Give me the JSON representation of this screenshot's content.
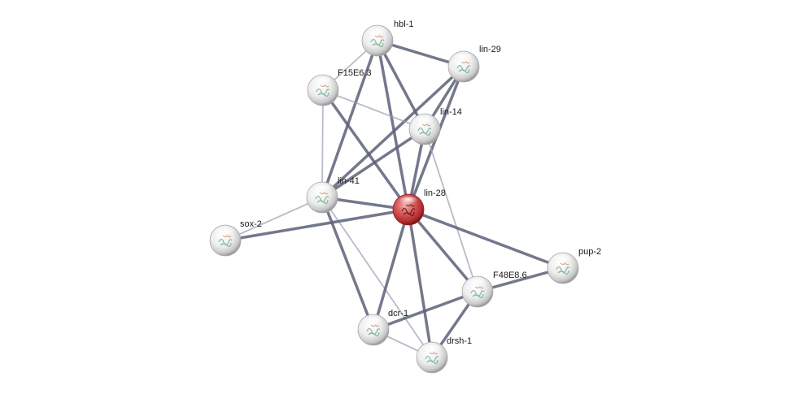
{
  "network": {
    "colors": {
      "query_node": "#c0393b",
      "node": "#e6e6e6",
      "edge_strong": "#5b6078",
      "edge_weak": "#9a9eb0",
      "background": "#ffffff"
    },
    "nodes": [
      {
        "id": "hbl-1",
        "label": "hbl-1",
        "query": false
      },
      {
        "id": "lin-29",
        "label": "lin-29",
        "query": false
      },
      {
        "id": "F15E6.3",
        "label": "F15E6.3",
        "query": false
      },
      {
        "id": "lin-14",
        "label": "lin-14",
        "query": false
      },
      {
        "id": "lin-41",
        "label": "lin-41",
        "query": false
      },
      {
        "id": "lin-28",
        "label": "lin-28",
        "query": true
      },
      {
        "id": "sox-2",
        "label": "sox-2",
        "query": false
      },
      {
        "id": "pup-2",
        "label": "pup-2",
        "query": false
      },
      {
        "id": "F48E8.6",
        "label": "F48E8.6",
        "query": false
      },
      {
        "id": "dcr-1",
        "label": "dcr-1",
        "query": false
      },
      {
        "id": "drsh-1",
        "label": "drsh-1",
        "query": false
      }
    ],
    "edges": [
      {
        "source": "hbl-1",
        "target": "lin-29",
        "strength": "strong"
      },
      {
        "source": "hbl-1",
        "target": "F15E6.3",
        "strength": "weak"
      },
      {
        "source": "hbl-1",
        "target": "lin-14",
        "strength": "strong"
      },
      {
        "source": "hbl-1",
        "target": "lin-41",
        "strength": "strong"
      },
      {
        "source": "hbl-1",
        "target": "lin-28",
        "strength": "strong"
      },
      {
        "source": "lin-29",
        "target": "lin-14",
        "strength": "strong"
      },
      {
        "source": "lin-29",
        "target": "lin-41",
        "strength": "strong"
      },
      {
        "source": "lin-29",
        "target": "lin-28",
        "strength": "strong"
      },
      {
        "source": "F15E6.3",
        "target": "lin-14",
        "strength": "weak"
      },
      {
        "source": "F15E6.3",
        "target": "lin-41",
        "strength": "weak"
      },
      {
        "source": "F15E6.3",
        "target": "lin-28",
        "strength": "strong"
      },
      {
        "source": "lin-14",
        "target": "lin-41",
        "strength": "strong"
      },
      {
        "source": "lin-14",
        "target": "lin-28",
        "strength": "strong"
      },
      {
        "source": "lin-14",
        "target": "F48E8.6",
        "strength": "weak"
      },
      {
        "source": "lin-41",
        "target": "lin-28",
        "strength": "strong"
      },
      {
        "source": "lin-41",
        "target": "sox-2",
        "strength": "weak"
      },
      {
        "source": "lin-41",
        "target": "dcr-1",
        "strength": "strong"
      },
      {
        "source": "lin-41",
        "target": "drsh-1",
        "strength": "weak"
      },
      {
        "source": "lin-28",
        "target": "sox-2",
        "strength": "strong"
      },
      {
        "source": "lin-28",
        "target": "pup-2",
        "strength": "strong"
      },
      {
        "source": "lin-28",
        "target": "F48E8.6",
        "strength": "strong"
      },
      {
        "source": "lin-28",
        "target": "dcr-1",
        "strength": "strong"
      },
      {
        "source": "lin-28",
        "target": "drsh-1",
        "strength": "strong"
      },
      {
        "source": "F48E8.6",
        "target": "pup-2",
        "strength": "strong"
      },
      {
        "source": "F48E8.6",
        "target": "dcr-1",
        "strength": "strong"
      },
      {
        "source": "F48E8.6",
        "target": "drsh-1",
        "strength": "strong"
      },
      {
        "source": "dcr-1",
        "target": "drsh-1",
        "strength": "weak"
      }
    ]
  }
}
